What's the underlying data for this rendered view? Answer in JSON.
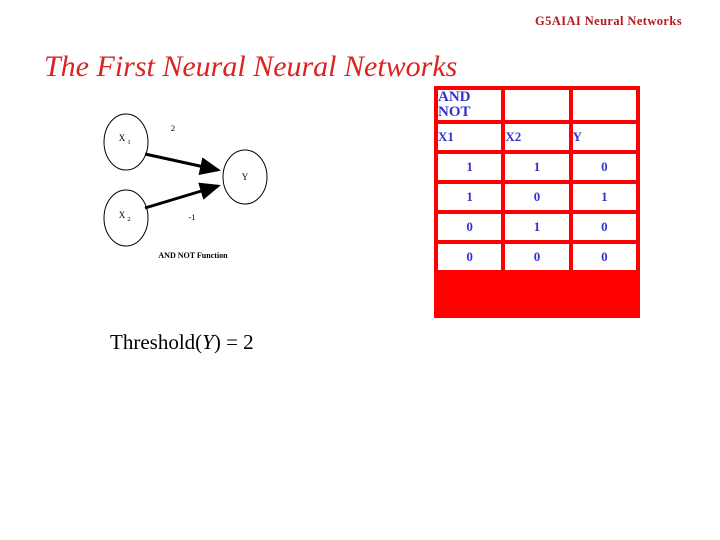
{
  "header": {
    "text": "G5AIAI  Neural Networks",
    "color": "#B01B1B"
  },
  "title": {
    "text": "The First Neural Neural Networks",
    "color": "#DD2222"
  },
  "diagram": {
    "caption": "AND NOT Function",
    "nodes": [
      {
        "id": "x1",
        "base": "X",
        "sub": "1"
      },
      {
        "id": "x2",
        "base": "X",
        "sub": "2"
      },
      {
        "id": "y",
        "base": "Y",
        "sub": ""
      }
    ],
    "weights": [
      {
        "from": "x1",
        "to": "y",
        "label": "2"
      },
      {
        "from": "x2",
        "to": "y",
        "label": "-1"
      }
    ]
  },
  "threshold": {
    "prefix": "Threshold(",
    "variable": "Y",
    "suffix": ") = 2"
  },
  "truth_table": {
    "corner_line1": "AND",
    "corner_line2": "NOT",
    "columns": [
      "X1",
      "X2",
      "Y"
    ],
    "rows": [
      [
        "1",
        "1",
        "0"
      ],
      [
        "1",
        "0",
        "1"
      ],
      [
        "0",
        "1",
        "0"
      ],
      [
        "0",
        "0",
        "0"
      ]
    ],
    "border_color": "#FF0000",
    "text_color": "#3333CC",
    "header_bg": "#E8E8E8"
  }
}
